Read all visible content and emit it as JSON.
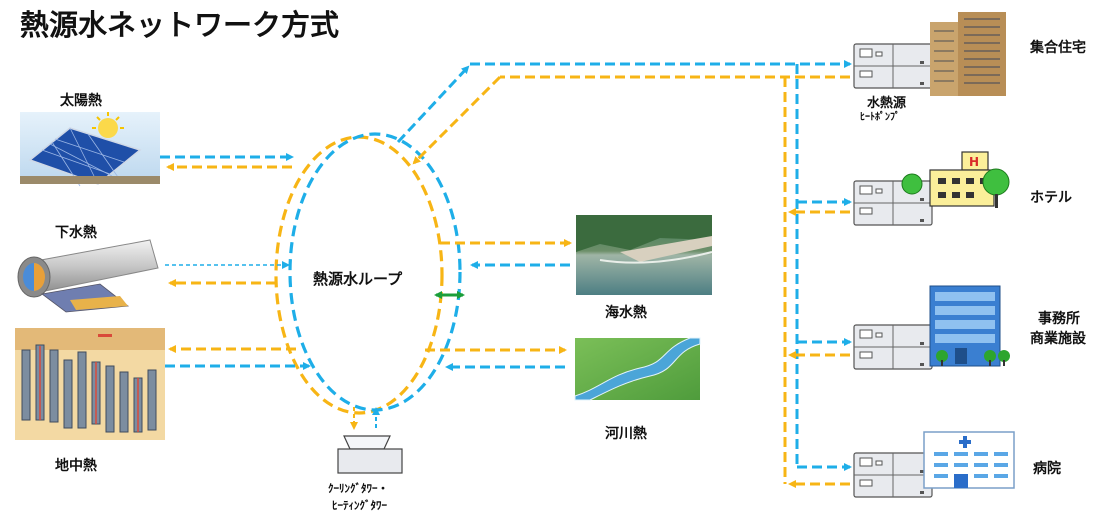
{
  "title": "熱源水ネットワーク方式",
  "loop_label": "熱源水ループ",
  "sources": {
    "solar": "太陽熱",
    "sewage": "下水熱",
    "geothermal": "地中熱",
    "seawater": "海水熱",
    "river": "河川熱"
  },
  "cooling_tower": {
    "line1": "ｸｰﾘﾝｸﾞﾀﾜｰ・",
    "line2": "ﾋｰﾃｨﾝｸﾞﾀﾜｰ"
  },
  "heat_pump": {
    "line1": "水熱源",
    "line2": "ﾋｰﾄﾎﾟﾝﾌﾟ"
  },
  "buildings": {
    "housing": "集合住宅",
    "hotel": "ホテル",
    "office_line1": "事務所",
    "office_line2": "商業施設",
    "hospital": "病院"
  },
  "colors": {
    "blue_line": "#1eaee8",
    "orange_line": "#f7b515",
    "green_link": "#1a9e3a"
  }
}
